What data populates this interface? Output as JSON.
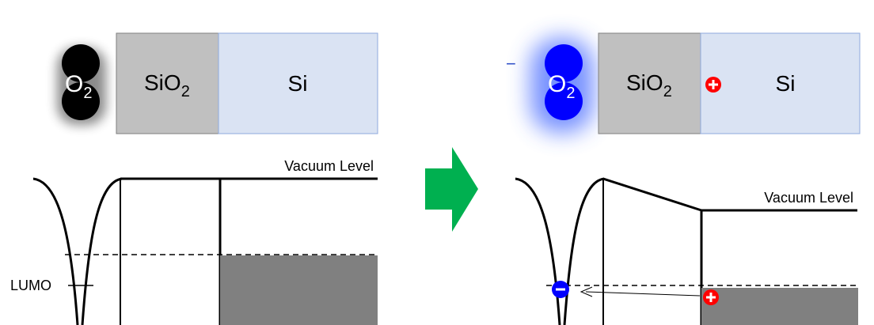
{
  "left_panel": {
    "molecule_label": "O",
    "molecule_subscript": "2",
    "oxide_label": "SiO",
    "oxide_subscript": "2",
    "silicon_label": "Si",
    "vacuum_level_label": "Vacuum Level",
    "lumo_label": "LUMO"
  },
  "right_panel": {
    "molecule_label": "O",
    "molecule_subscript": "2",
    "oxide_label": "SiO",
    "oxide_subscript": "2",
    "silicon_label": "Si",
    "vacuum_level_label": "Vacuum Level",
    "electron_symbol": "−",
    "hole_symbol": "+",
    "charge_sign": "−"
  },
  "colors": {
    "oxide_fill": "#c0c0c0",
    "silicon_fill": "#dae3f3",
    "silicon_border": "#8faadc",
    "neutral_o2": "#000000",
    "charged_o2": "#0000ff",
    "glow": "#4a6cff",
    "arrow_green": "#00b050",
    "hole_red": "#ff0000",
    "band_fill": "#808080"
  },
  "icons": {
    "transition_arrow": "right-arrow-icon",
    "hole_marker": "plus-circle-icon",
    "electron_marker": "minus-circle-icon"
  }
}
